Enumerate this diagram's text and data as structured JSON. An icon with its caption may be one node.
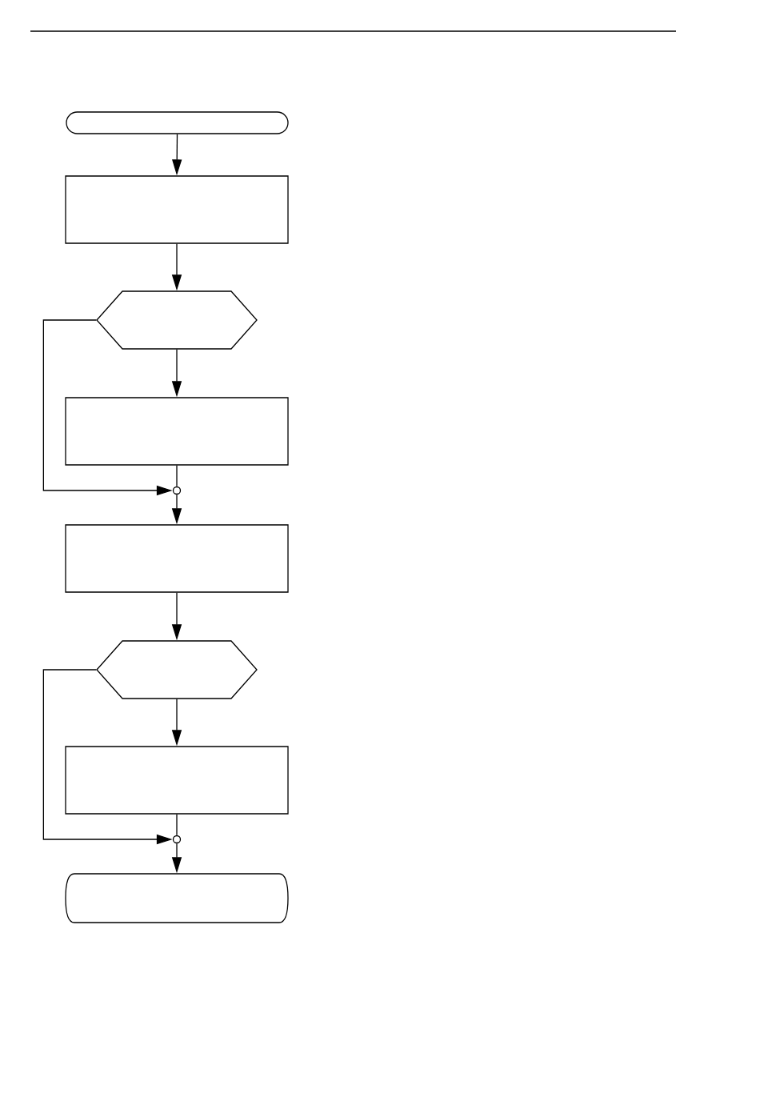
{
  "diagram": {
    "nodes": [
      {
        "text": [],
        "shape": "pill"
      },
      {
        "text": [],
        "shape": "box"
      },
      {
        "text": [],
        "shape": "hexagon"
      },
      {
        "text": [],
        "shape": "box"
      },
      {
        "text": [],
        "shape": "circle"
      },
      {
        "text": [],
        "shape": "box"
      },
      {
        "text": [],
        "shape": "hexagon"
      },
      {
        "text": [],
        "shape": "box"
      },
      {
        "text": [],
        "shape": "circle"
      },
      {
        "text": [],
        "shape": "capsule"
      }
    ],
    "edges": [
      {
        "from": 0,
        "to": 1,
        "arrow": "to"
      },
      {
        "from": 1,
        "to": 2,
        "arrow": "to"
      },
      {
        "from": 2,
        "to": 3,
        "arrow": "to"
      },
      {
        "from": 2,
        "to": 4,
        "arrow": "to"
      },
      {
        "from": 3,
        "to": 4,
        "arrow": "none"
      },
      {
        "from": 4,
        "to": 5,
        "arrow": "to"
      },
      {
        "from": 5,
        "to": 6,
        "arrow": "to"
      },
      {
        "from": 6,
        "to": 7,
        "arrow": "to"
      },
      {
        "from": 6,
        "to": 8,
        "arrow": "to"
      },
      {
        "from": 7,
        "to": 8,
        "arrow": "none"
      },
      {
        "from": 8,
        "to": 9,
        "arrow": "to"
      }
    ]
  }
}
